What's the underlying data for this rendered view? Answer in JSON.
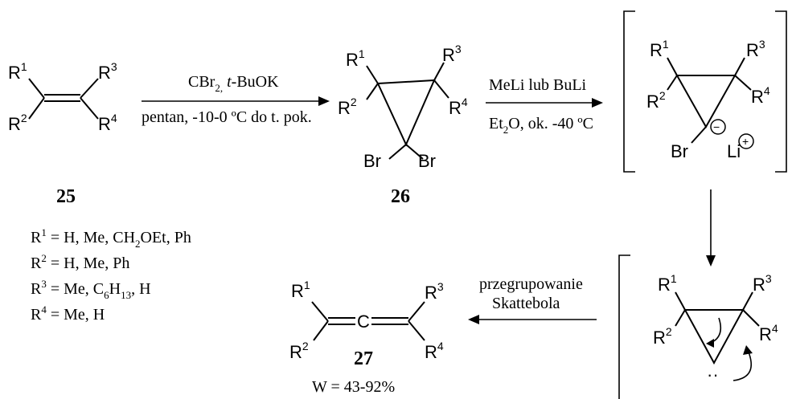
{
  "atoms": {
    "R": "R",
    "C": "C",
    "Br": "Br",
    "Li": "Li",
    "sup1": "1",
    "sup2": "2",
    "sup3": "3",
    "sup4": "4"
  },
  "compounds": {
    "c25": "25",
    "c26": "26",
    "c27": "27"
  },
  "reaction1": {
    "reagent_a": "CBr",
    "reagent_a_sub": "2,",
    "reagent_b_prefix": "t",
    "reagent_b": "-BuOK",
    "conditions": "pentan, -10-0 ºC do t. pok."
  },
  "reaction2": {
    "reagent": "MeLi lub BuLi",
    "solvent_a": "Et",
    "solvent_sub": "2",
    "solvent_b": "O, ok. -40 ºC"
  },
  "reaction3": {
    "line1": "przegrupowanie",
    "line2": "Skattebola"
  },
  "substituents": {
    "r1": {
      "lhs": "R",
      "sup": "1",
      "eq": " = H, Me, CH",
      "sub": "2",
      "rest": "OEt, Ph"
    },
    "r2": {
      "lhs": "R",
      "sup": "2",
      "eq": " = H, Me, Ph"
    },
    "r3": {
      "lhs": "R",
      "sup": "3",
      "eq": " = Me, C",
      "sub1": "6",
      "mid": "H",
      "sub2": "13",
      "rest": ", H"
    },
    "r4": {
      "lhs": "R",
      "sup": "4",
      "eq": " = Me, H"
    }
  },
  "yield": "W = 43-92%",
  "charges": {
    "minus": "−",
    "plus": "+",
    "lone_pair": "··"
  }
}
